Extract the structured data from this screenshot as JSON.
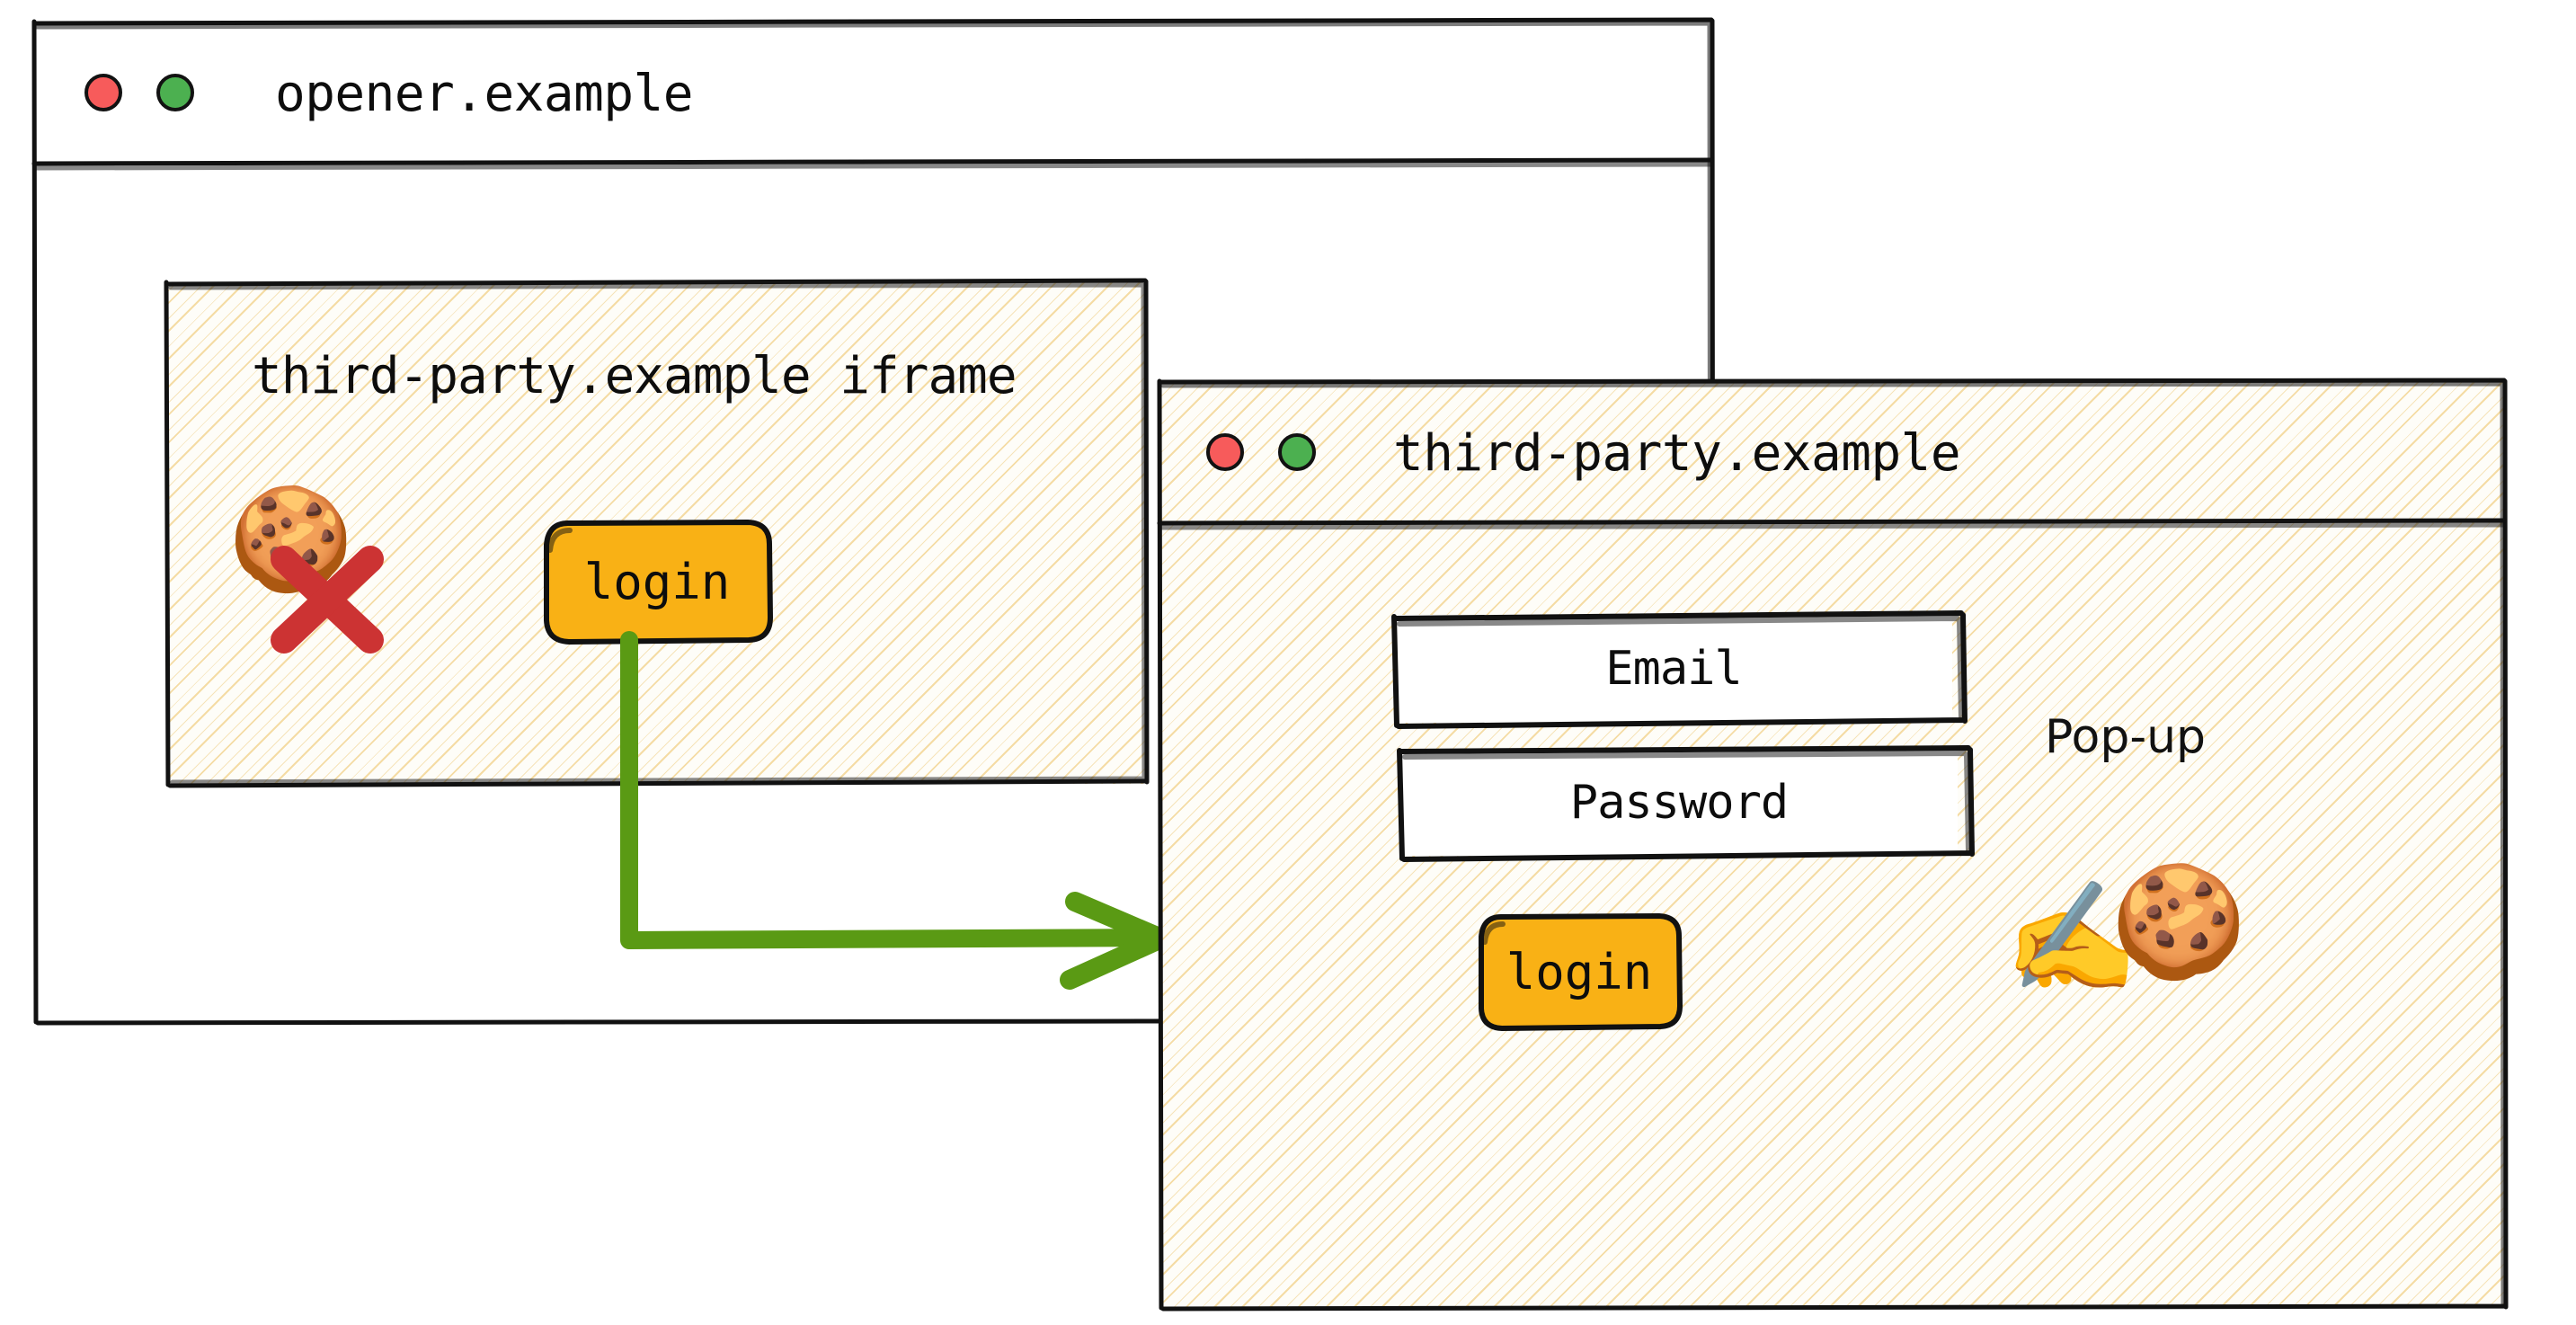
{
  "diagram": {
    "title": "third-party cookie blocked in iframe, pop-up login flow",
    "colors": {
      "accent_orange": "#f9b115",
      "arrow_green": "#5a9a14",
      "traffic_red": "#f75b5b",
      "traffic_green": "#4cb050",
      "hatch_cream": "#f3d696",
      "ink_black": "#111111",
      "cross_red": "#cc3333"
    }
  },
  "opener_window": {
    "title": "opener.example",
    "traffic_lights": [
      "close-red",
      "maximize-green"
    ],
    "iframe": {
      "label": "third-party.example iframe",
      "cookie_icon": "🍪",
      "cookie_blocked_marker": "cross-mark",
      "login_button": "login"
    }
  },
  "popup_window": {
    "title": "third-party.example",
    "traffic_lights": [
      "close-red",
      "maximize-green"
    ],
    "annotation": "Pop-up",
    "fields": [
      {
        "label": "Email",
        "name": "email-field"
      },
      {
        "label": "Password",
        "name": "password-field"
      }
    ],
    "login_button": "login",
    "writing_hand_icon": "✍️",
    "cookie_icon": "🍪"
  },
  "connector": {
    "from": "iframe-login-button",
    "to": "popup-window",
    "style": "green-elbow-arrow"
  }
}
